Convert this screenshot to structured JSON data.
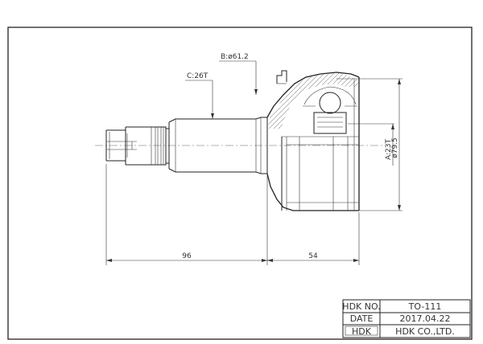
{
  "dimensions": {
    "b_label": "B:ø61.2",
    "c_label": "C:26T",
    "a_label": "A:23T",
    "dia_label": "ø79.5",
    "len_shaft": "96",
    "len_housing": "54"
  },
  "title_block": {
    "row1_label": "HDK NO.",
    "row1_value": "TO-111",
    "row2_label": "DATE",
    "row2_value": "2017.04.22",
    "row3_label": "HDK",
    "row3_value": "HDK CO.,LTD."
  }
}
